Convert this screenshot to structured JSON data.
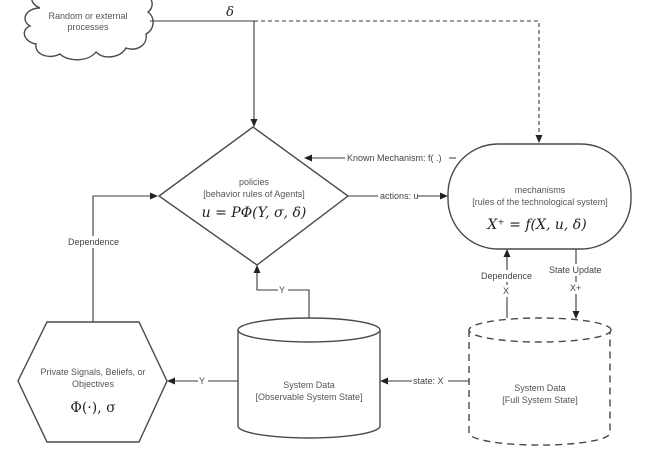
{
  "nodes": {
    "cloud": {
      "line1": "Random or external",
      "line2": "processes"
    },
    "policies": {
      "title": "policies",
      "subtitle": "[behavior rules of Agents]",
      "formula": "u = PΦ(Y, σ, δ)"
    },
    "mechanisms": {
      "title": "mechanisms",
      "subtitle": "[rules of the technological system]",
      "formula": "X⁺ = f(X, u, δ)"
    },
    "observable": {
      "title": "System Data",
      "subtitle": "[Observable System State]"
    },
    "full": {
      "title": "System Data",
      "subtitle": "[Full System State]"
    },
    "private": {
      "line1": "Private Signals, Beliefs, or",
      "line2": "Objectives",
      "formula": "Φ(·), σ"
    }
  },
  "edges": {
    "delta": "δ",
    "known_mechanism": "Known Mechanism: f( .)",
    "actions": "actions: u",
    "dependence_left": "Dependence",
    "y_up": "Y",
    "y_left": "Y",
    "state": "state: X",
    "dependence_right": "Dependence",
    "dependence_right_var": "X",
    "state_update": "State Update",
    "state_update_var": "X+"
  }
}
